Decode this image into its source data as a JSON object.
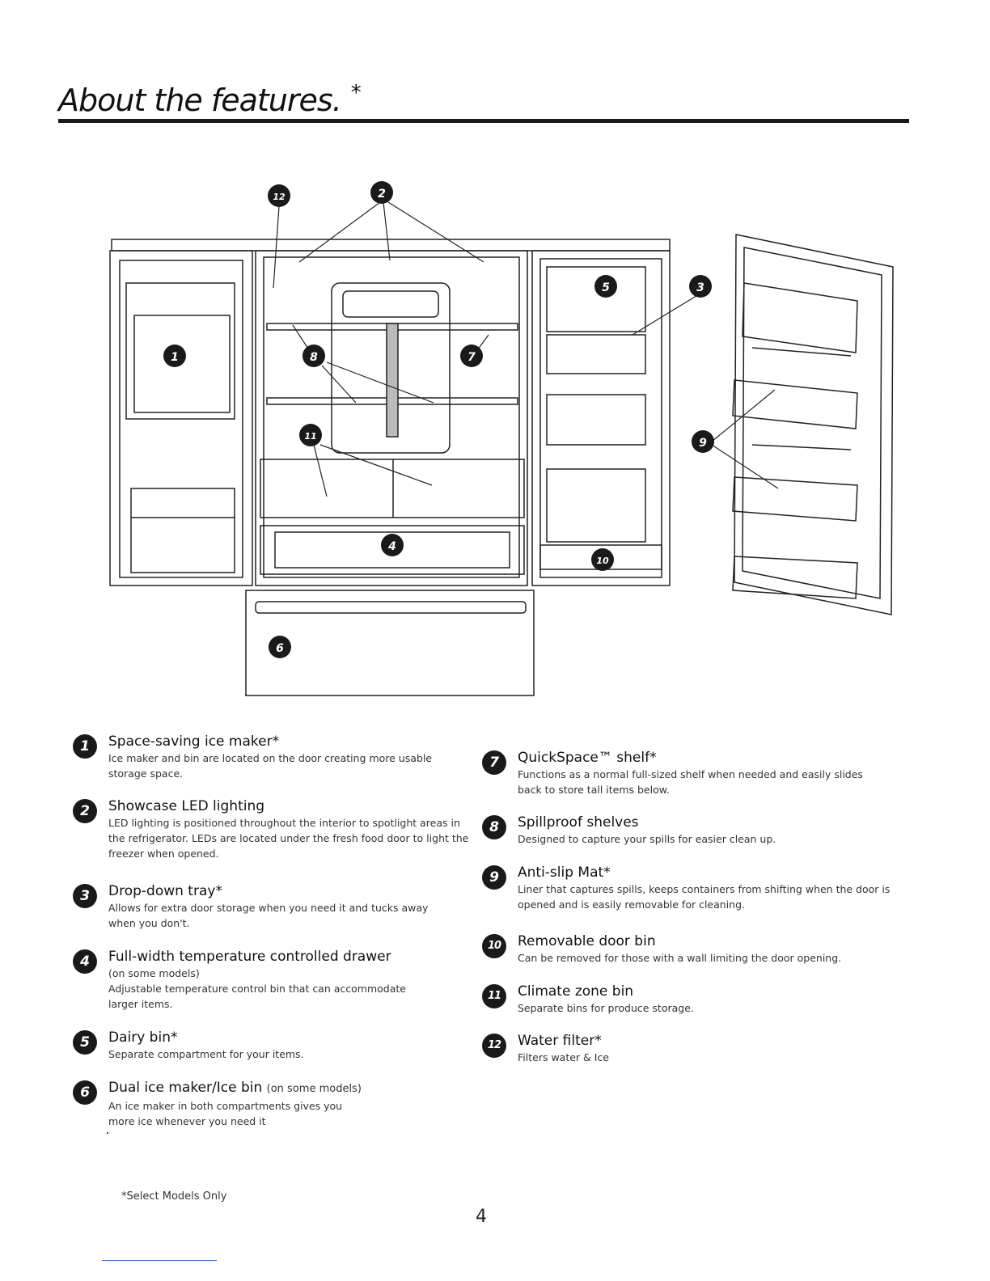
{
  "header": {
    "title": "About the features.",
    "asterisk": "*"
  },
  "diagram": {
    "callouts": [
      "1",
      "2",
      "3",
      "4",
      "5",
      "6",
      "7",
      "8",
      "9",
      "10",
      "11",
      "12"
    ]
  },
  "features_left": [
    {
      "num": "1",
      "title": "Space-saving ice maker*",
      "note": "",
      "desc": "Ice maker and bin are located on the door creating more usable storage space."
    },
    {
      "num": "2",
      "title": "Showcase LED lighting",
      "note": "",
      "desc": "LED lighting is positioned throughout the interior to spotlight areas in the refrigerator. LEDs are located under the fresh food door to light the freezer when opened."
    },
    {
      "num": "3",
      "title": "Drop-down tray*",
      "note": "",
      "desc": "Allows for extra door storage when you need it and tucks away when you don't."
    },
    {
      "num": "4",
      "title": "Full-width temperature controlled drawer",
      "note": "",
      "subnote": "(on some models)",
      "desc": "Adjustable temperature control bin that can accommodate larger items."
    },
    {
      "num": "5",
      "title": "Dairy bin*",
      "note": "",
      "desc": "Separate compartment for your items."
    },
    {
      "num": "6",
      "title": "Dual ice maker/Ice bin",
      "note": "(on some models)",
      "desc": "An ice maker in both compartments gives you more ice whenever you need it"
    }
  ],
  "features_right": [
    {
      "num": "7",
      "title": "QuickSpace™ shelf*",
      "note": "",
      "desc": "Functions as a normal full-sized shelf when needed and easily slides back to store tall items below."
    },
    {
      "num": "8",
      "title": "Spillproof shelves",
      "note": "",
      "desc": "Designed to capture your spills for easier clean up."
    },
    {
      "num": "9",
      "title": "Anti-slip Mat*",
      "note": "",
      "desc": "Liner that captures spills, keeps containers from shifting when the door is opened and is easily removable for cleaning."
    },
    {
      "num": "10",
      "title": "Removable door bin",
      "note": "",
      "desc": "Can be removed for those with a wall limiting the door opening."
    },
    {
      "num": "11",
      "title": "Climate zone bin",
      "note": "",
      "desc": "Separate bins for produce storage."
    },
    {
      "num": "12",
      "title": "Water filter*",
      "note": "",
      "desc": "Filters water & Ice"
    }
  ],
  "footer": {
    "footnote": "*Select Models Only",
    "page_number": "4"
  },
  "colors": {
    "ink": "#1a1a1a",
    "body_text": "#333333",
    "rule_blue": "#3b5bdb"
  }
}
